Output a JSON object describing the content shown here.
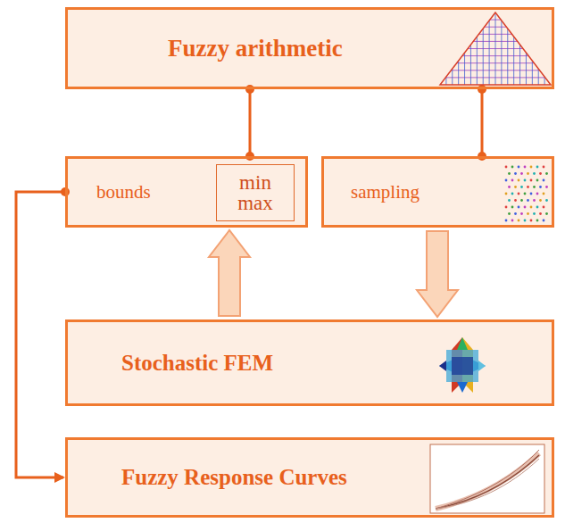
{
  "diagram": {
    "nodes": [
      {
        "text": [
          "Fuzzy arithmetic"
        ]
      },
      {
        "text": [
          "bounds"
        ]
      },
      {
        "text": [
          "min max"
        ],
        "in": 1
      },
      {
        "text": [
          "sampling"
        ]
      },
      {
        "text": [
          "Stochastic FEM"
        ]
      },
      {
        "text": [
          "Fuzzy Response Curves"
        ]
      }
    ],
    "edges": [
      {
        "from": 0,
        "to": 1,
        "arrow": "none"
      },
      {
        "from": 0,
        "to": 3,
        "arrow": "none"
      },
      {
        "from": 3,
        "to": 4,
        "arrow": "to"
      },
      {
        "from": 4,
        "to": 1,
        "arrow": "to"
      },
      {
        "from": 1,
        "to": 5,
        "arrow": "to"
      }
    ]
  }
}
